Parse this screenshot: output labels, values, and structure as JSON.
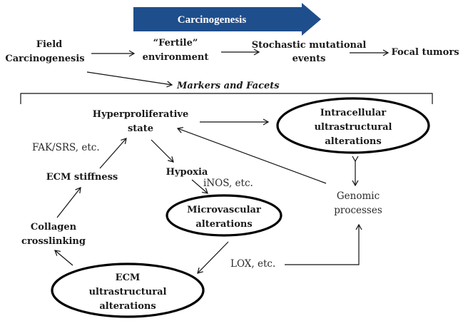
{
  "banner": {
    "label": "Carcinogenesis",
    "color": "#1f4e8c"
  },
  "top_flow": {
    "field": [
      "Field",
      "Carcinogenesis"
    ],
    "fertile": [
      "“Fertile”",
      "environment"
    ],
    "stochastic": [
      "Stochastic mutational",
      "events"
    ],
    "focal": "Focal tumors",
    "markers": "Markers and Facets"
  },
  "nodes": {
    "hyperproliferative": [
      "Hyperproliferative",
      "state"
    ],
    "intracellular": [
      "Intracellular",
      "ultrastructural",
      "alterations"
    ],
    "ecm_stiffness": "ECM stiffness",
    "hypoxia": "Hypoxia",
    "microvascular": [
      "Microvascular",
      "alterations"
    ],
    "genomic": [
      "Genomic",
      "processes"
    ],
    "collagen": [
      "Collagen",
      "crosslinking"
    ],
    "ecm_ultra": [
      "ECM",
      "ultrastructural",
      "alterations"
    ]
  },
  "edge_labels": {
    "fak": "FAK/SRS, etc.",
    "inos": "iNOS, etc.",
    "lox": "LOX, etc."
  }
}
